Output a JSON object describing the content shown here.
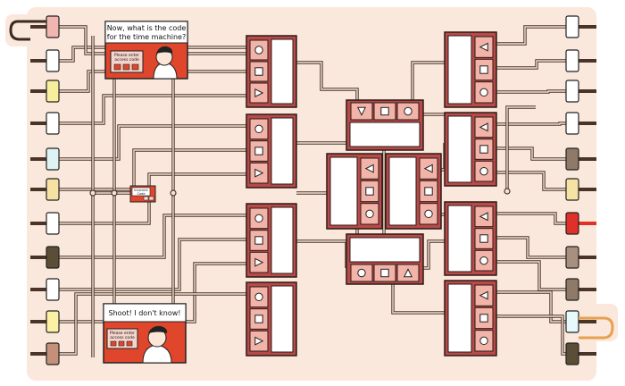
{
  "comic_panels": {
    "top": {
      "speech_line1": "Now, what is the code",
      "speech_line2": "for the time machine?",
      "device_line1": "Please enter",
      "device_line2": "access code"
    },
    "middle": {
      "device_line1": "Incorrect",
      "device_line2": "Code"
    },
    "bottom": {
      "speech": "Shoot! I don't know!",
      "device_line1": "Please enter",
      "device_line2": "access code"
    }
  },
  "colors": {
    "background": "#fbe8dc",
    "wire": "#6b4a3a",
    "module_fill": "#b84a48",
    "module_dark": "#8e2e2c",
    "button_fill": "#f2b3a8",
    "panel_red": "#e0462c"
  },
  "gate_symbols": [
    "circle",
    "square",
    "triangle"
  ],
  "left_plugs": [
    "#f2b6b0",
    "#ffffff",
    "#f7ef9c",
    "#ffffff",
    "#def3f3",
    "#f6e3a4",
    "#ffffff",
    "#5b4e36",
    "#ffffff",
    "#fbf0a4",
    "#c4907a"
  ],
  "right_plugs": [
    "#ffffff",
    "#ffffff",
    "#ffffff",
    "#ffffff",
    "#8f7a6a",
    "#f6e3a4",
    "#e0302a",
    "#a89080",
    "#8f7a6a",
    "#e6fafb",
    "#5b4e36"
  ]
}
